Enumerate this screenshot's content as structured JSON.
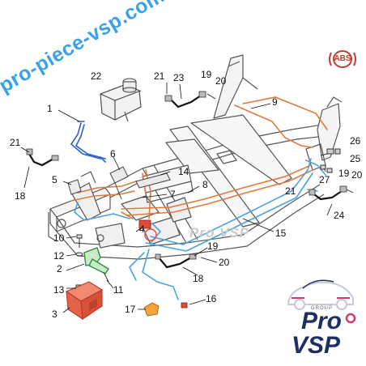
{
  "watermark": "pro-piece-vsp.com",
  "center_watermark": "Pro VSP",
  "abs_badge": "ABS",
  "brand": {
    "group": "GROUP",
    "line1": "Pro",
    "line2": "VSP"
  },
  "colors": {
    "frame": "#555555",
    "fuel_line": "#e07a3a",
    "brake_line": "#4aa3df",
    "wire_blue": "#2a60c8",
    "part_green": "#3aa84a",
    "part_red": "#e04a3a",
    "watermark": "#3aa0e8",
    "brand": "#1e2f66"
  },
  "callouts": [
    "1",
    "2",
    "3",
    "4",
    "5",
    "6",
    "7",
    "8",
    "9",
    "10",
    "11",
    "12",
    "13",
    "14",
    "15",
    "16",
    "17",
    "18",
    "19",
    "20",
    "21",
    "22",
    "23",
    "24",
    "25",
    "26",
    "27"
  ]
}
